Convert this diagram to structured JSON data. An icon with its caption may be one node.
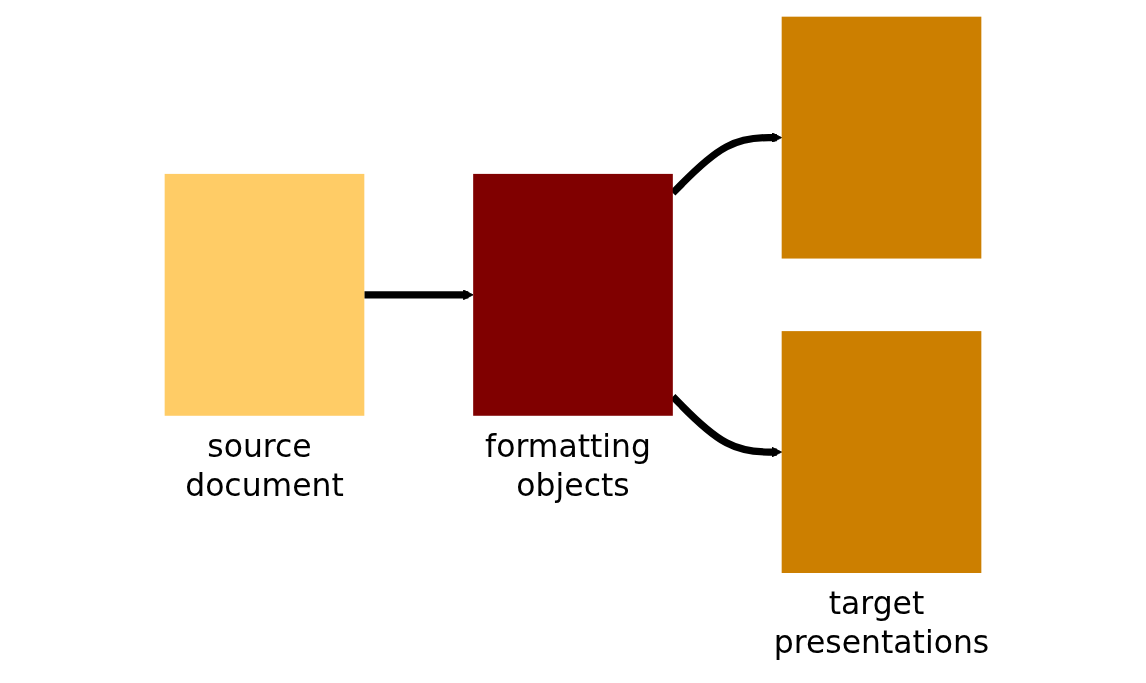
{
  "diagram": {
    "nodes": [
      {
        "text": [],
        "shape": "box",
        "beside": [
          "source document"
        ]
      },
      {
        "text": [],
        "shape": "box",
        "beside": [
          "formatting objects"
        ]
      },
      {
        "text": [],
        "shape": "box"
      },
      {
        "text": [],
        "shape": "box",
        "beside": [
          "target presentations"
        ]
      }
    ],
    "edges": [
      {
        "from": 0,
        "to": 1,
        "arrow": "to"
      },
      {
        "from": 1,
        "to": 2,
        "arrow": "to"
      },
      {
        "from": 1,
        "to": 3,
        "arrow": "to"
      }
    ]
  }
}
